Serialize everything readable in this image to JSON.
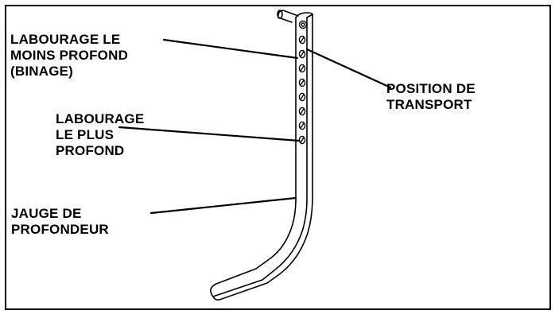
{
  "labels": {
    "shallow_tillage": [
      "LABOURAGE LE",
      "MOINS PROFOND",
      "(BINAGE)"
    ],
    "deepest_tillage": [
      "LABOURAGE",
      "LE PLUS",
      "PROFOND"
    ],
    "depth_gauge": [
      "JAUGE DE",
      "PROFONDEUR"
    ],
    "transport_position": [
      "POSITION DE",
      "TRANSPORT"
    ]
  },
  "colors": {
    "stroke": "#000000",
    "background": "#ffffff"
  },
  "hole_count": 8
}
